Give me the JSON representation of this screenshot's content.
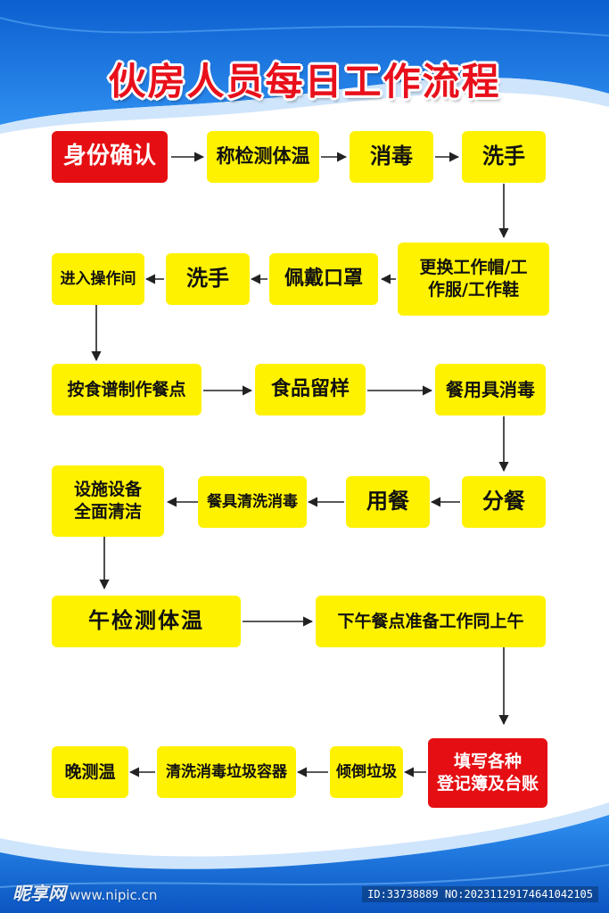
{
  "title": "伙房人员每日工作流程",
  "colors": {
    "box_yellow": "#fff200",
    "box_red": "#e50e12",
    "title_red": "#e8101b",
    "bg_blue": "#1a73d6"
  },
  "steps": {
    "s1": "身份确认",
    "s2": "称检测体温",
    "s3": "消毒",
    "s4": "洗手",
    "s5": "更换工作帽/工\n作服/工作鞋",
    "s6": "佩戴口罩",
    "s7": "洗手",
    "s8": "进入操作间",
    "s9": "按食谱制作餐点",
    "s10": "食品留样",
    "s11": "餐用具消毒",
    "s12": "分餐",
    "s13": "用餐",
    "s14": "餐具清洗消毒",
    "s15": "设施设备\n全面清洁",
    "s16": "午检测体温",
    "s17": "下午餐点准备工作同上午",
    "s18": "填写各种\n登记簿及台账",
    "s19": "倾倒垃圾",
    "s20": "清洗消毒垃圾容器",
    "s21": "晚测温"
  },
  "watermark": {
    "brand": "昵享网",
    "url": "www.nipic.cn",
    "id_text": "ID:33738889 NO:20231129174641042105"
  }
}
